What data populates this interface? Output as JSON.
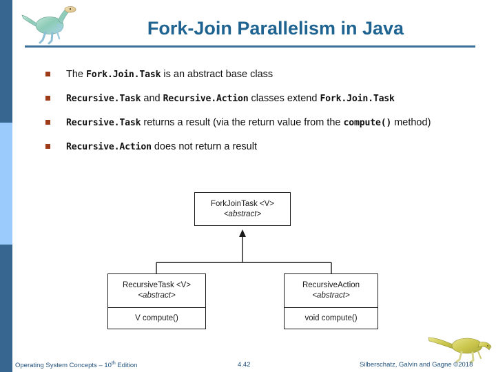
{
  "slide": {
    "title": "Fork-Join Parallelism in Java",
    "title_color": "#1F6391",
    "rail_color_dark": "#376791",
    "rail_color_light": "#9ACBFC",
    "bullet_marker_color": "#9C3A19"
  },
  "bullets": [
    {
      "parts": [
        {
          "text": "The ",
          "mono": false
        },
        {
          "text": "Fork.Join.Task",
          "mono": true
        },
        {
          "text": " is an abstract base class",
          "mono": false
        }
      ]
    },
    {
      "parts": [
        {
          "text": "Recursive.Task",
          "mono": true
        },
        {
          "text": " and ",
          "mono": false
        },
        {
          "text": "Recursive.Action",
          "mono": true
        },
        {
          "text": " classes extend ",
          "mono": false
        },
        {
          "text": "Fork.Join.Task",
          "mono": true
        }
      ]
    },
    {
      "parts": [
        {
          "text": "Recursive.Task",
          "mono": true
        },
        {
          "text": " returns a result (via the return value from the ",
          "mono": false
        },
        {
          "text": "compute()",
          "mono": true
        },
        {
          "text": "  method)",
          "mono": false
        }
      ]
    },
    {
      "parts": [
        {
          "text": "Recursive.Action",
          "mono": true
        },
        {
          "text": " does not return a result",
          "mono": false
        }
      ]
    }
  ],
  "diagram": {
    "type": "uml-class-inheritance",
    "parent": {
      "name": "ForkJoinTask <V>",
      "stereotype": "<abstract>"
    },
    "children": [
      {
        "name": "RecursiveTask <V>",
        "stereotype": "<abstract>",
        "operation": "V compute()"
      },
      {
        "name": "RecursiveAction",
        "stereotype": "<abstract>",
        "operation": "void compute()"
      }
    ]
  },
  "footer": {
    "left_pre": "Operating System Concepts – 10",
    "left_sup": "th",
    "left_post": " Edition",
    "page": "4.42",
    "right": "Silberschatz, Galvin and Gagne ©2018",
    "color": "#1F4E79"
  },
  "icons": {
    "logo": "dinosaur-logo",
    "footer_logo": "dinosaur-footer-logo"
  }
}
